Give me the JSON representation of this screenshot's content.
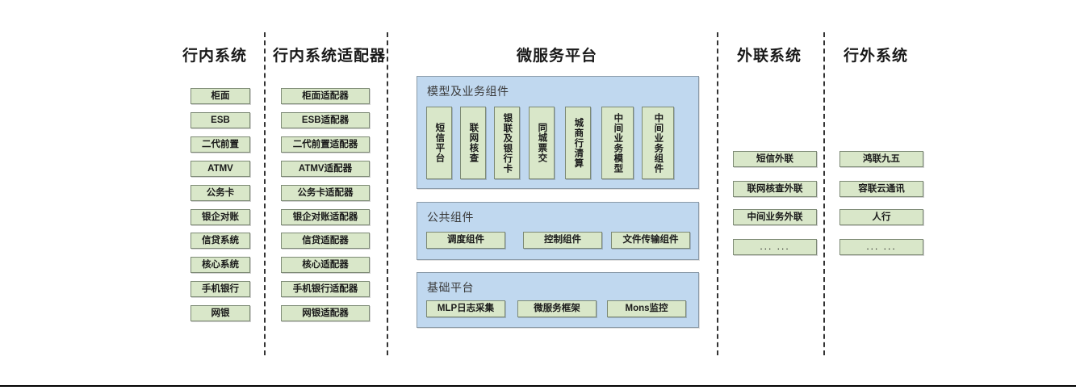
{
  "diagram": {
    "title_visible": false,
    "colors": {
      "node_fill": "#d9e7c9",
      "node_border": "#7d8a75",
      "panel_fill": "#c0d8ef",
      "panel_border": "#8a9aa8",
      "divider": "#333333",
      "text": "#1a1a1a"
    },
    "columns": [
      {
        "id": "in-bank-systems",
        "title": "行内系统",
        "items": [
          "柜面",
          "ESB",
          "二代前置",
          "ATMV",
          "公务卡",
          "银企对账",
          "信贷系统",
          "核心系统",
          "手机银行",
          "网银"
        ]
      },
      {
        "id": "in-bank-adapters",
        "title": "行内系统适配器",
        "items": [
          "柜面适配器",
          "ESB适配器",
          "二代前置适配器",
          "ATMV适配器",
          "公务卡适配器",
          "银企对账适配器",
          "信贷适配器",
          "核心适配器",
          "手机银行适配器",
          "网银适配器"
        ]
      },
      {
        "id": "microservice-platform",
        "title": "微服务平台",
        "panels": [
          {
            "id": "model-business-components",
            "label": "模型及业务组件",
            "orientation": "vertical",
            "items": [
              "短信平台",
              "联网核查",
              "银联及银行卡",
              "同城票交",
              "城商行清算",
              "中间业务模型",
              "中间业务组件"
            ]
          },
          {
            "id": "public-components",
            "label": "公共组件",
            "orientation": "horizontal",
            "items": [
              "调度组件",
              "控制组件",
              "文件传输组件"
            ]
          },
          {
            "id": "base-platform",
            "label": "基础平台",
            "orientation": "horizontal",
            "items": [
              "MLP日志采集",
              "微服务框架",
              "Mons监控"
            ]
          }
        ]
      },
      {
        "id": "external-link-systems",
        "title": "外联系统",
        "items": [
          "短信外联",
          "联网核查外联",
          "中间业务外联",
          "... ..."
        ]
      },
      {
        "id": "out-bank-systems",
        "title": "行外系统",
        "items": [
          "鸿联九五",
          "容联云通讯",
          "人行",
          "... ..."
        ]
      }
    ]
  }
}
